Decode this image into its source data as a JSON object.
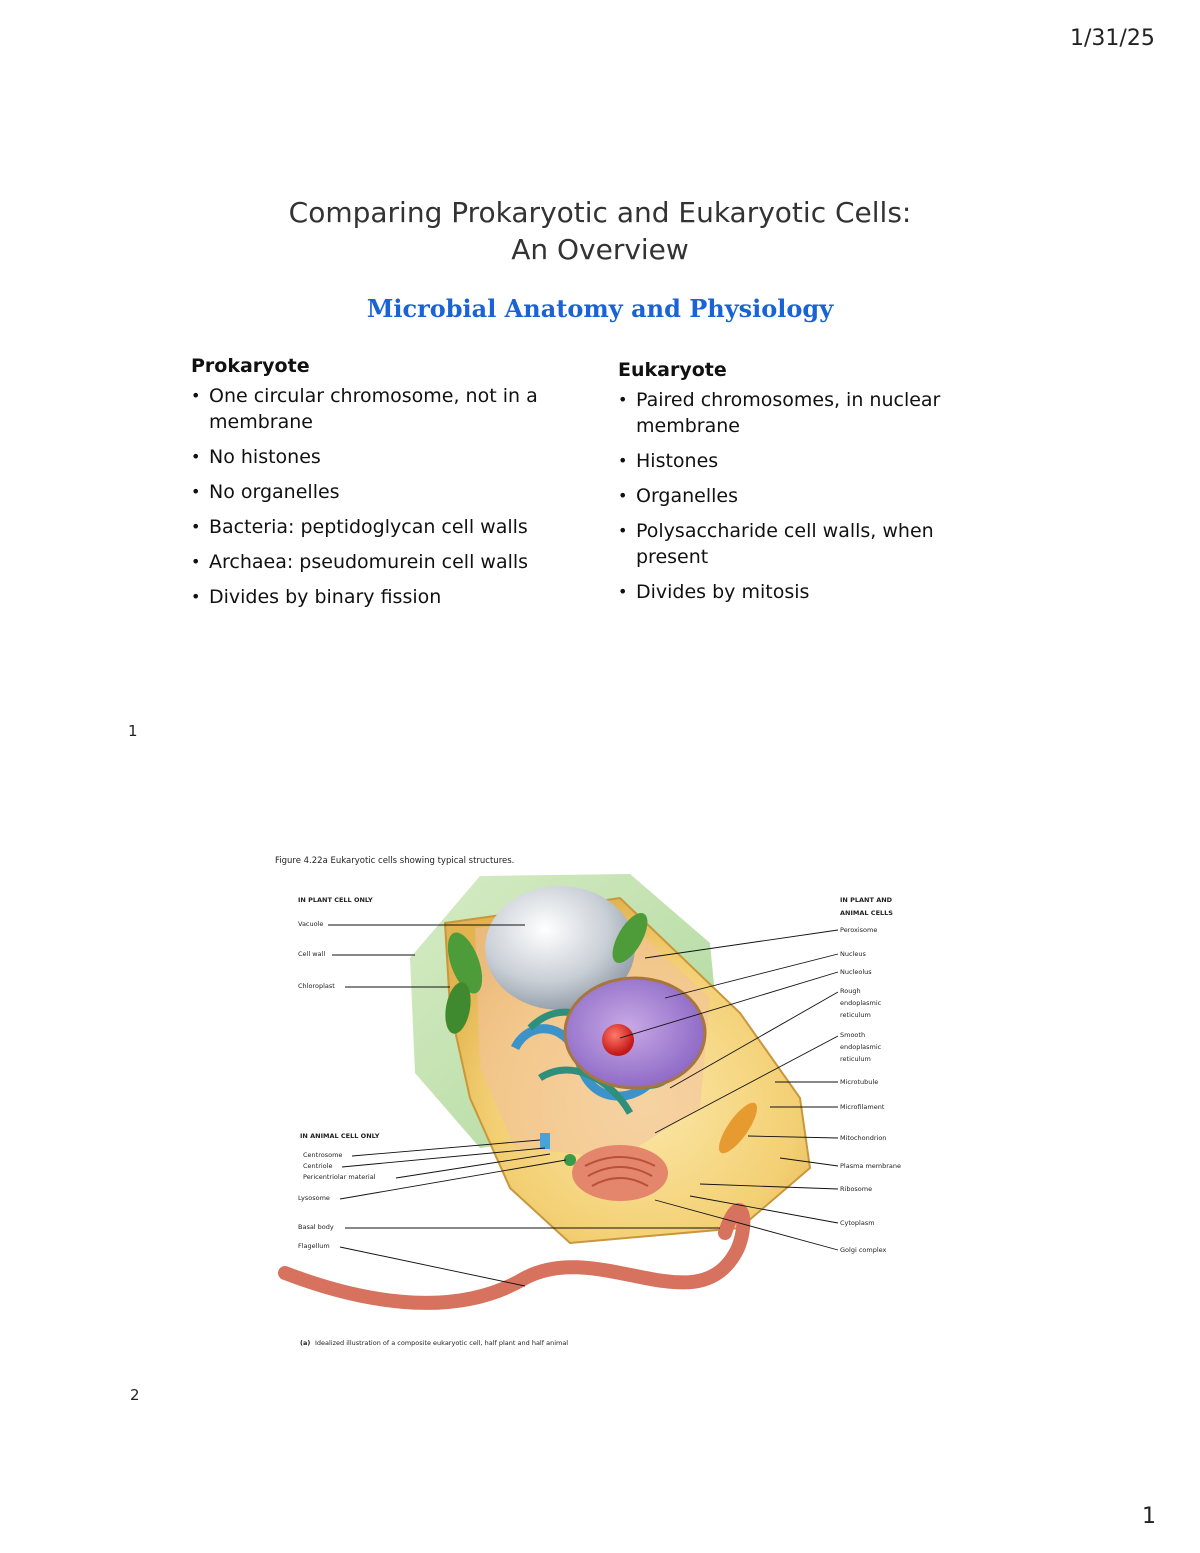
{
  "header": {
    "date": "1/31/25"
  },
  "slide1": {
    "title_line1": "Comparing Prokaryotic and Eukaryotic Cells:",
    "title_line2": "An Overview",
    "subtitle": "Microbial Anatomy and Physiology",
    "prokaryote": {
      "heading": "Prokaryote",
      "items": [
        "One circular chromosome, not in a membrane",
        "No histones",
        "No organelles",
        "Bacteria: peptidoglycan cell walls",
        "Archaea: pseudomurein cell walls",
        "Divides by binary fission"
      ]
    },
    "eukaryote": {
      "heading": "Eukaryote",
      "items": [
        "Paired chromosomes, in nuclear membrane",
        "Histones",
        "Organelles",
        "Polysaccharide cell walls, when present",
        "Divides by mitosis"
      ]
    },
    "number": "1"
  },
  "slide2": {
    "caption": "Figure 4.22a  Eukaryotic cells showing typical structures.",
    "plant_only_heading": "IN PLANT CELL ONLY",
    "plant_only_labels": [
      "Vacuole",
      "Cell wall",
      "Chloroplast"
    ],
    "animal_only_heading": "IN ANIMAL CELL ONLY",
    "animal_only_labels": [
      "Centrosome",
      "Centriole",
      "Pericentriolar material",
      "Lysosome",
      "Basal body",
      "Flagellum"
    ],
    "both_heading_line1": "IN PLANT AND",
    "both_heading_line2": "ANIMAL CELLS",
    "both_labels": [
      "Peroxisome",
      "Nucleus",
      "Nucleolus",
      "Rough",
      "endoplasmic",
      "reticulum",
      "Smooth",
      "endoplasmic",
      "reticulum",
      "Microtubule",
      "Microfilament",
      "Mitochondrion",
      "Plasma membrane",
      "Ribosome",
      "Cytoplasm",
      "Golgi complex"
    ],
    "panel_letter": "(a)",
    "panel_caption": "Idealized illustration of a composite eukaryotic cell, half plant and half animal",
    "number": "2"
  },
  "footer": {
    "page": "1"
  },
  "colors": {
    "subtitle": "#1a63d6"
  }
}
